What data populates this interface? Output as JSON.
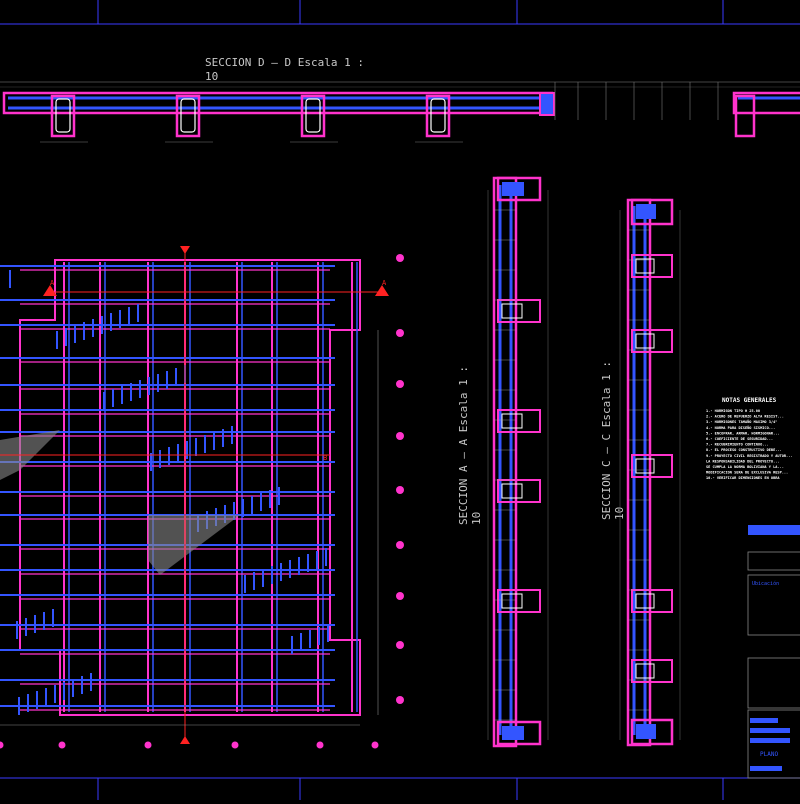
{
  "drawing": {
    "section_dd": {
      "title": "SECCION  D  –  D    Escala  1 :",
      "title_cont": "10"
    },
    "section_aa": {
      "title": "SECCION  A  –  A    Escala  1 :",
      "title_cont": "10"
    },
    "section_cc": {
      "title": "SECCION  C  –  C    Escala  1 :",
      "title_cont": "10"
    },
    "notes": {
      "heading": "NOTAS GENERALES",
      "items": [
        "1.- HORMIGON TIPO H 25.00",
        "2.- ACERO DE REFUERZO ALTA RESIST...",
        "3.- HORMIGONES TAMAÑO MAXIMO 3/4\"",
        "4.- NORMA PARA DISEÑO SISMICO...",
        "5.- ENCOFRAR, ARMAR, HORMIGONAR...",
        "6.- COEFICIENTE DE SEGURIDAD...",
        "7.- RECUBRIMIENTO CONTINUO...",
        "8.- EL PROCESO CONSTRUCTIVO DEBE...",
        "9.- PROYECTO CIVIL REGISTRADO Y AUTOR...",
        "   LA RESPONSABILIDAD DEL PROYECTO...",
        "   SE CUMPLA LA NORMA BOLIVIANA Y LA...",
        "   MODIFICACION SERA DE EXCLUSIVA RESP...",
        "10.- VERIFICAR DIMENSIONES EN OBRA"
      ]
    },
    "plan_markers": {
      "left": "A",
      "right": "A",
      "row": "B"
    },
    "title_block": {
      "label": "PLANO",
      "client": "Ubicación"
    }
  }
}
